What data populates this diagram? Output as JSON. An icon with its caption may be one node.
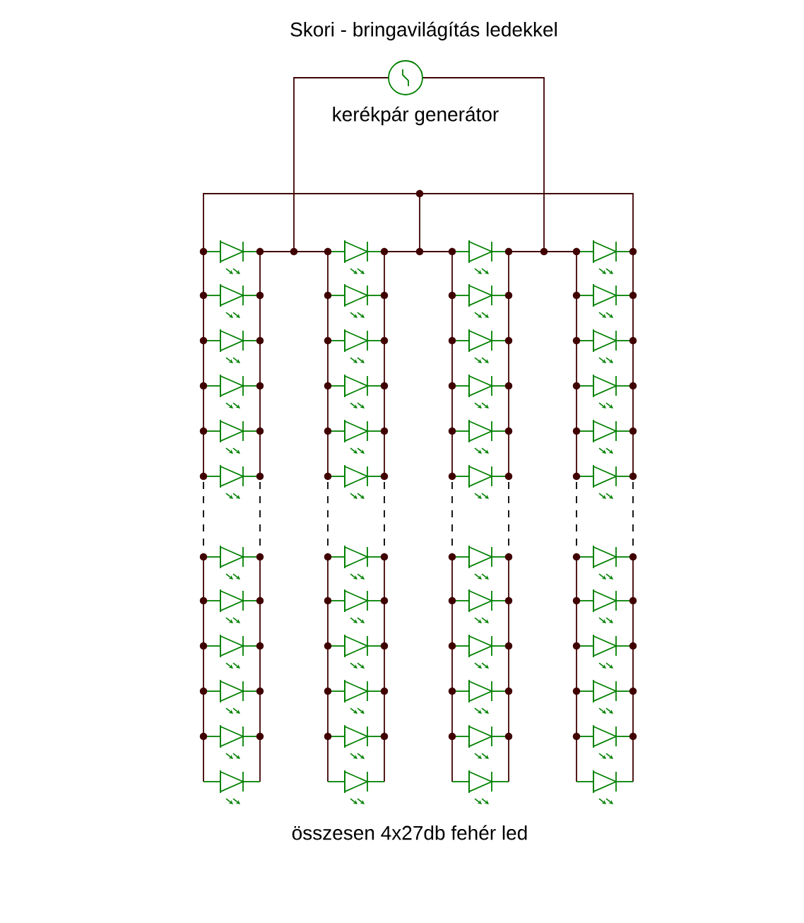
{
  "diagram": {
    "title": "Skori - bringavilágítás ledekkel",
    "caption": "összesen 4x27db fehér led",
    "nodes": [
      {
        "text": [],
        "shape": "circle",
        "beside": [
          "kerékpár generátor"
        ]
      }
    ]
  }
}
